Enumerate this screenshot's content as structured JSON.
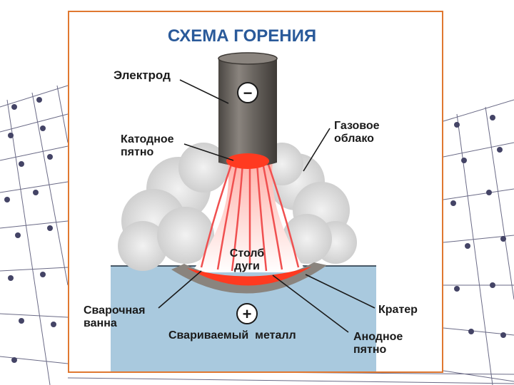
{
  "title": "СХЕМА ГОРЕНИЯ",
  "labels": {
    "electrode": "Электрод",
    "cathode_spot": [
      "Катодное",
      "пятно"
    ],
    "gas_cloud": [
      "Газовое",
      "облако"
    ],
    "arc_column": [
      "Столб",
      "дуги"
    ],
    "weld_pool": [
      "Сварочная",
      "ванна"
    ],
    "crater": "Кратер",
    "base_metal": "Свариваемый  металл",
    "anode_spot": [
      "Анодное",
      "пятно"
    ]
  },
  "symbols": {
    "minus": "−",
    "plus": "+"
  },
  "colors": {
    "frame": "#e07830",
    "title": "#2a5a9a",
    "electrode": "#6a6560",
    "arc": "#f05050",
    "spot": "#ff3a20",
    "metal": "#a9c9de",
    "cloud": "#dcdcdc"
  }
}
